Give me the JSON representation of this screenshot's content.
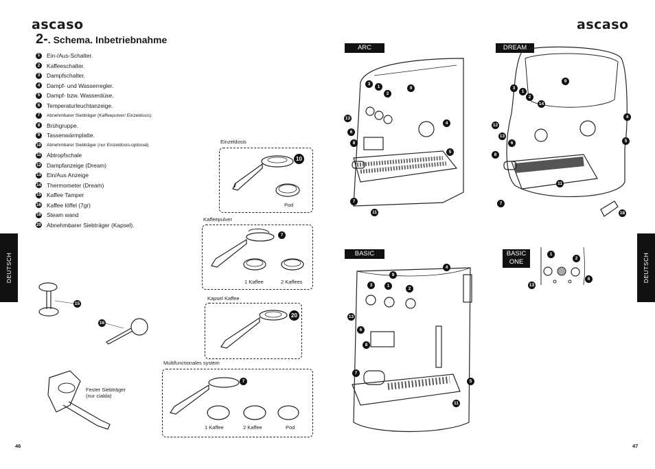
{
  "left_page": {
    "logo": "ascaso",
    "title_number": "2-",
    "title_text": ". Schema. Inbetriebnahme",
    "side_tab": "DEUTSCH",
    "page_number": "46",
    "legend": [
      {
        "n": "1",
        "text": "Ein-/Aus-Schalter."
      },
      {
        "n": "2",
        "text": "Kaffeeschalter."
      },
      {
        "n": "3",
        "text": "Dampfschalter."
      },
      {
        "n": "4",
        "text": "Dampf- und Wasserregler."
      },
      {
        "n": "5",
        "text": "Dampf- bzw. Wasserdüse."
      },
      {
        "n": "6",
        "text": "Temperaturleuchtanzeige."
      },
      {
        "n": "7",
        "text": "Abnehmbarer Siebträger (Kaffeepulver/ Einzeldosis)."
      },
      {
        "n": "8",
        "text": "Brühgruppe."
      },
      {
        "n": "9",
        "text": "Tassenwärmplatte."
      },
      {
        "n": "10",
        "text": "Abnehmbarer Siebträger (nur Einzeldosis-optional)."
      },
      {
        "n": "11",
        "text": "Abtropfschale"
      },
      {
        "n": "12",
        "text": "Dampfanzeige (Dream)"
      },
      {
        "n": "13",
        "text": "Ein/Aus Anzeige"
      },
      {
        "n": "14",
        "text": "Thermometer (Dream)"
      },
      {
        "n": "15",
        "text": "Kaffee Tamper"
      },
      {
        "n": "16",
        "text": "Kaffee löffel (7gr)"
      },
      {
        "n": "18",
        "text": "Steam wand"
      },
      {
        "n": "20",
        "text": "Abnehmbarer Siebträger (Kapsel)."
      }
    ],
    "boxes": {
      "einzeldosis": {
        "title": "Einzeldosis",
        "callout": "10",
        "pod": "Pod"
      },
      "kaffeepulver": {
        "title": "Kaffeepulver",
        "callout": "7",
        "cap1": "1 Kaffee",
        "cap2": "2 Kaffees"
      },
      "kapsel": {
        "title": "Kapsel Kaffee",
        "callout": "20"
      },
      "multi": {
        "title": "Multifunctionales system",
        "callout": "7",
        "cap1": "1 Kaffee",
        "cap2": "2 Kaffee",
        "cap3": "Pod"
      }
    },
    "tamper_callout": "15",
    "spoon_callout": "16",
    "fixed_filter_label": "Fester Siebträger\n(nur cialda)"
  },
  "right_page": {
    "logo": "ascaso",
    "side_tab": "DEUTSCH",
    "page_number": "47",
    "panels": {
      "arc": "ARC",
      "dream": "DREAM",
      "basic": "BASIC",
      "basic_one": "BASIC\nONE"
    }
  }
}
